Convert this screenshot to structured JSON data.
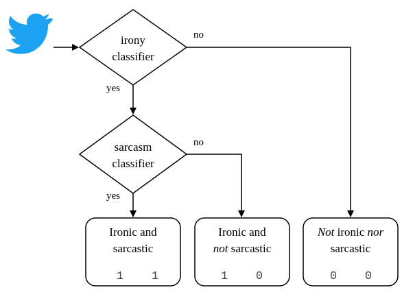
{
  "bird_icon": "twitter-bird-icon",
  "bird_color": "#1DA1F2",
  "irony_node": {
    "line1": "irony",
    "line2": "classifier"
  },
  "sarcasm_node": {
    "line1": "sarcasm",
    "line2": "classifier"
  },
  "edges": {
    "irony_no": "no",
    "irony_yes": "yes",
    "sarcasm_no": "no",
    "sarcasm_yes": "yes"
  },
  "outcomes": {
    "ironic_sarcastic": {
      "line1": "Ironic and",
      "line2": "sarcastic",
      "code1": "1",
      "code2": "1"
    },
    "ironic_not_sarcastic": {
      "line1": "Ironic and",
      "line2_italic": "not",
      "line2_rest": " sarcastic",
      "code1": "1",
      "code2": "0"
    },
    "not_ironic_nor_sarcastic": {
      "line1_italic_a": "Not",
      "line1_mid": " ironic ",
      "line1_italic_b": "nor",
      "line2": "sarcastic",
      "code1": "0",
      "code2": "0"
    }
  }
}
